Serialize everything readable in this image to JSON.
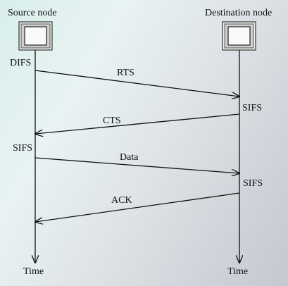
{
  "nodes": {
    "source": "Source node",
    "destination": "Destination node"
  },
  "intervals": {
    "difs": "DIFS",
    "sifs_dest_1": "SIFS",
    "sifs_source": "SIFS",
    "sifs_dest_2": "SIFS"
  },
  "messages": {
    "rts": "RTS",
    "cts": "CTS",
    "data": "Data",
    "ack": "ACK"
  },
  "axis": {
    "source_time": "Time",
    "destination_time": "Time"
  }
}
